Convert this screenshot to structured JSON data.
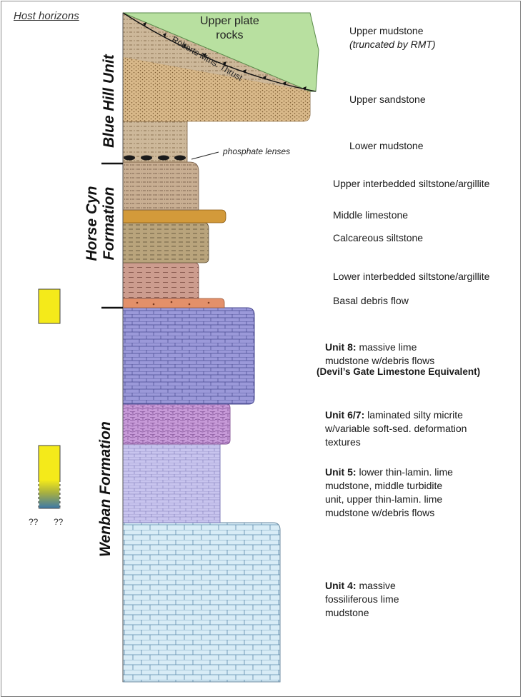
{
  "host_horizons": "Host horizons",
  "formations": {
    "blue_hill": "Blue Hill Unit",
    "horse_cyn_line1": "Horse Cyn",
    "horse_cyn_line2": "Formation",
    "wenban": "Wenban Formation"
  },
  "upper_plate": {
    "line1": "Upper plate",
    "line2": "rocks"
  },
  "thrust_label": "Roberts Mtns. Thrust",
  "phosphate_note": "phosphate lenses",
  "question_marks": [
    "??",
    "??"
  ],
  "units": {
    "upper_mudstone": "Upper mudstone",
    "upper_mudstone_note": "(truncated by RMT)",
    "upper_sandstone": "Upper sandstone",
    "lower_mudstone": "Lower mudstone",
    "upper_interbedded": "Upper interbedded siltstone/argillite",
    "middle_limestone": "Middle limestone",
    "calcareous_siltstone": "Calcareous siltstone",
    "lower_interbedded": "Lower interbedded siltstone/argillite",
    "basal_debris": "Basal debris flow",
    "unit8_title": "Unit 8:",
    "unit8_line1": " massive lime",
    "unit8_line2": "mudstone w/debris flows",
    "unit8_line3": "(Devil’s Gate Limestone Equivalent)",
    "unit67_title": "Unit 6/7:",
    "unit67_line1": " laminated silty micrite",
    "unit67_line2": "w/variable soft-sed. deformation",
    "unit67_line3": "textures",
    "unit5_title": "Unit 5:",
    "unit5_line1": " lower thin-lamin. lime",
    "unit5_line2": "mudstone, middle turbidite",
    "unit5_line3": "unit, upper thin-lamin. lime",
    "unit5_line4": "mudstone w/debris flows",
    "unit4_title": "Unit 4:",
    "unit4_line1": " massive",
    "unit4_line2": "fossiliferous lime",
    "unit4_line3": "mudstone"
  },
  "colors": {
    "upper_plate": "#b8e0a0",
    "sandstone": "#d9b98a",
    "mudstone": "#cdb89a",
    "horse_cyn": "#c8ae92",
    "middle_limestone": "#d39a3a",
    "calcareous_siltstone": "#b9a47c",
    "lower_interbedded": "#cc9c8e",
    "basal_debris": "#e3906a",
    "unit8": "#9b99d9",
    "unit67": "#c79ad8",
    "unit5": "#c8c4ee",
    "unit4": "#d8ecf6",
    "host_yellow": "#f4ea1a"
  }
}
